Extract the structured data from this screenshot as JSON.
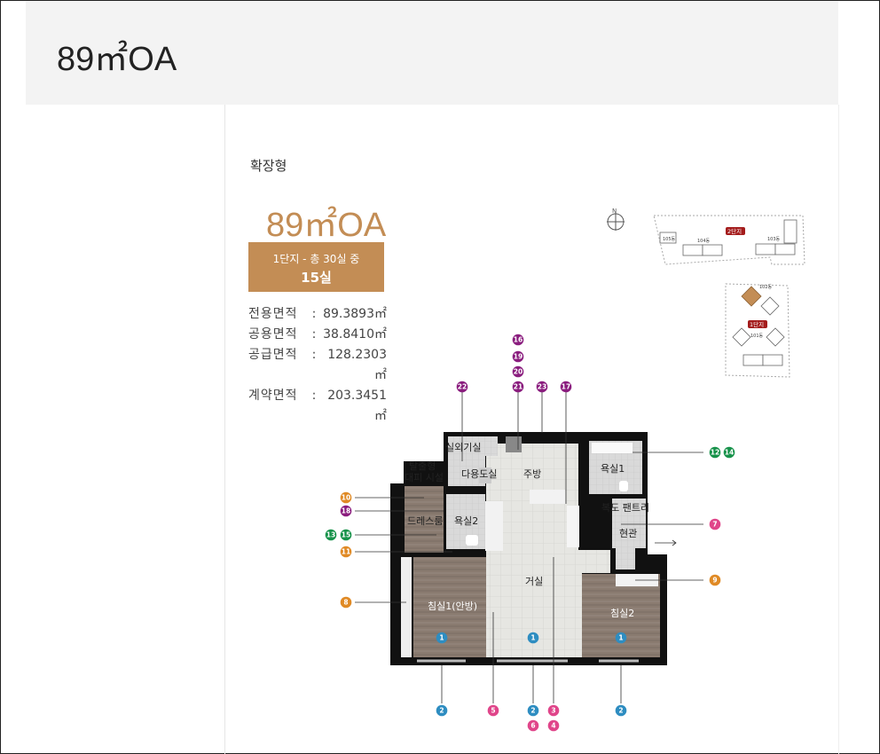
{
  "header": {
    "title": "89㎡OA"
  },
  "floor_type": "확장형",
  "unit": {
    "name": "89㎡OA",
    "supply_line": "1단지 - 총 30실 중",
    "count": "15실"
  },
  "areas": [
    {
      "label": "전용면적",
      "value": "89.3893㎡"
    },
    {
      "label": "공용면적",
      "value": "38.8410㎡"
    },
    {
      "label": "공급면적",
      "value": "128.2303㎡"
    },
    {
      "label": "계약면적",
      "value": "203.3451㎡"
    }
  ],
  "site_map": {
    "north": "N",
    "complex2": "2단지",
    "complex1": "1단지",
    "buildings": [
      "105동",
      "104동",
      "103동",
      "102동",
      "101동"
    ]
  },
  "rooms": {
    "outdoor": "실외기실",
    "utility": "다용도실",
    "kitchen": "주방",
    "bath1": "욕실1",
    "escape1": "탈출형",
    "escape2": "대피 시설",
    "dress": "드레스룸",
    "bath2": "욕실2",
    "pantry": "복도 팬트리",
    "entrance": "현관",
    "living": "거실",
    "bed1": "침실1(안방)",
    "bed2": "침실2"
  },
  "markers": [
    "1",
    "2",
    "3",
    "4",
    "5",
    "6",
    "7",
    "8",
    "9",
    "10",
    "11",
    "12",
    "13",
    "14",
    "15",
    "16",
    "17",
    "18",
    "19",
    "20",
    "21",
    "22",
    "23"
  ],
  "colors": {
    "accent": "#c38d55",
    "blue": "#2e8dc1",
    "pink": "#e0458a",
    "orange": "#e08a25",
    "green": "#17924a",
    "purple": "#8a1d7e",
    "wall": "#111111"
  }
}
